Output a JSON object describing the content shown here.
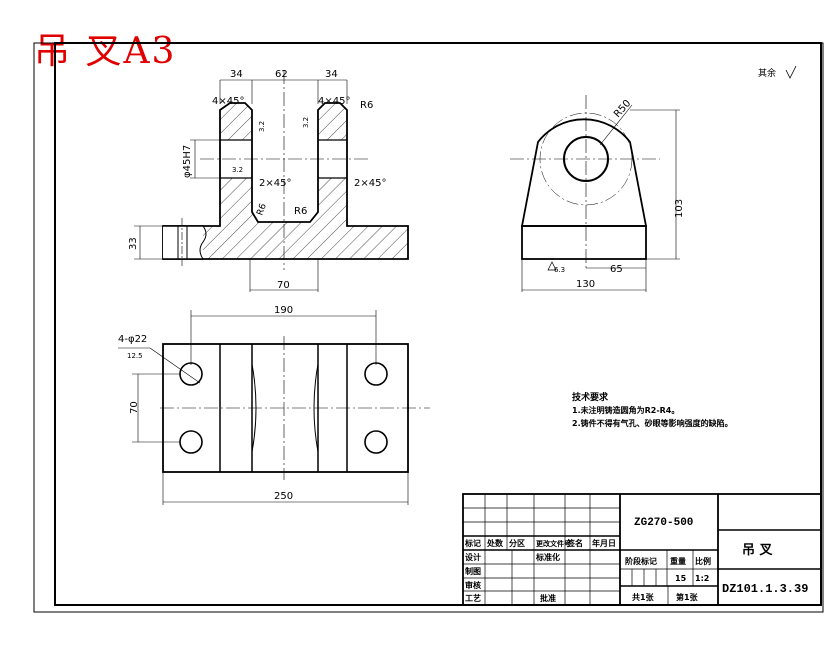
{
  "title": "吊 叉A3",
  "roughness_note": "其余",
  "dims": {
    "d34a": "34",
    "d62": "62",
    "d34b": "34",
    "cham_l": "4×45°",
    "cham_r": "4×45°",
    "r6_top": "R6",
    "bore": "φ45H7",
    "cham2_l": "2×45°",
    "cham2_r": "2×45°",
    "r6_a": "R6",
    "r6_b": "R6",
    "d33": "33",
    "d70": "70",
    "r50": "R50",
    "d103": "103",
    "d65": "65",
    "d130": "130",
    "d190": "190",
    "holes": "4-φ22",
    "d70v": "70",
    "d250": "250",
    "ra32a": "3.2",
    "ra32b": "3.2",
    "ra32c": "3.2",
    "ra63": "6.3",
    "ra125": "12.5"
  },
  "notes": {
    "heading": "技术要求",
    "line1": "1.未注明铸造圆角为R2-R4。",
    "line2": "2.铸件不得有气孔、砂眼等影响强度的缺陷。"
  },
  "titleblock": {
    "material": "ZG270-500",
    "part_name": "吊  叉",
    "drawing_no": "DZ101.1.3.39",
    "stage_mark": "阶段标记",
    "weight": "重量",
    "scale_label": "比例",
    "quantity": "15",
    "scale": "1:2",
    "sheets_total": "共1张",
    "sheet_no": "第1张",
    "mark": "标记",
    "count": "处数",
    "zone": "分区",
    "change_doc": "更改文件号",
    "sign": "签名",
    "date": "年月日",
    "design": "设计",
    "draw": "制图",
    "check": "审核",
    "process": "工艺",
    "standard": "标准化",
    "approve": "批准"
  }
}
